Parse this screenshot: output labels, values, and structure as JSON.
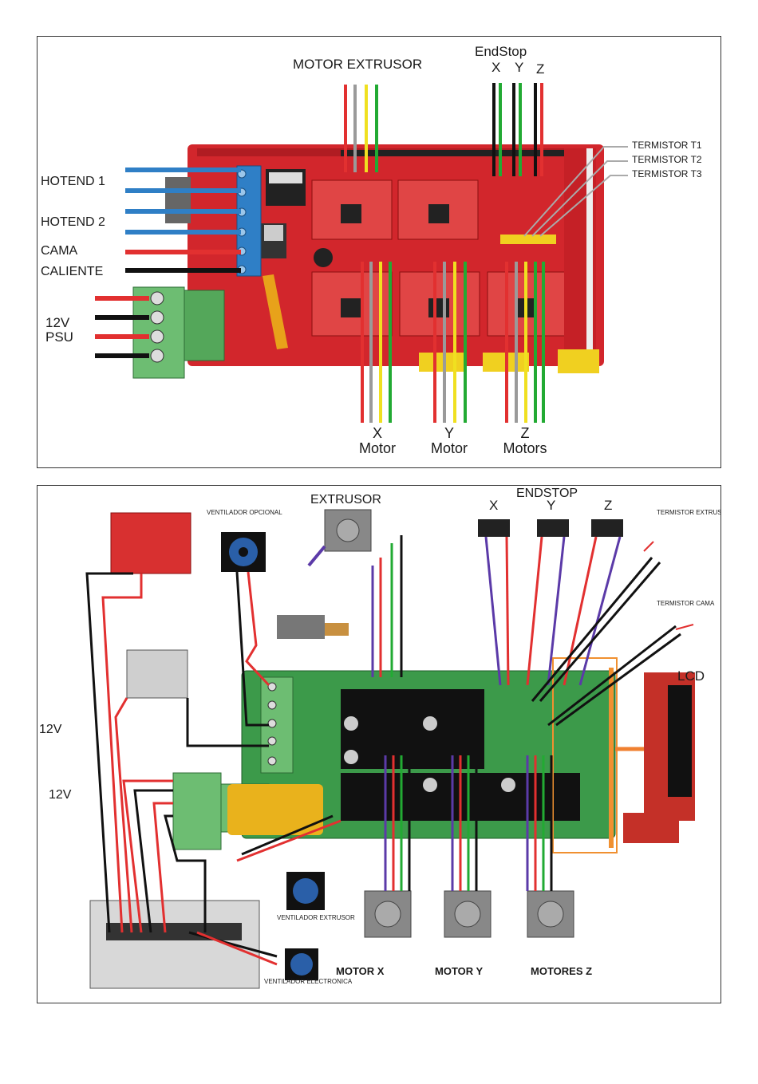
{
  "top_panel": {
    "labels": {
      "motor_extrusor": "MOTOR EXTRUSOR",
      "endstop_title": "EndStop",
      "endstop_x": "X",
      "endstop_y": "Y",
      "endstop_z": "Z",
      "termistor_t1": "TERMISTOR T1",
      "termistor_t2": "TERMISTOR T2",
      "termistor_t3": "TERMISTOR T3",
      "hotend_1": "HOTEND 1",
      "hotend_2": "HOTEND 2",
      "cama": "CAMA",
      "caliente": "CALIENTE",
      "psu_voltage": "12V",
      "psu": "PSU",
      "x_axis": "X",
      "x_motor": "Motor",
      "y_axis": "Y",
      "y_motor": "Motor",
      "z_axis": "Z",
      "z_motors": "Motors"
    }
  },
  "bottom_panel": {
    "labels": {
      "extrusor": "EXTRUSOR",
      "endstop": "ENDSTOP",
      "endstop_x": "X",
      "endstop_y": "Y",
      "endstop_z": "Z",
      "ventilador_opcional": "VENTILADOR OPCIONAL",
      "termistor_extrusor": "TERMISTOR EXTRUSOR",
      "termistor_cama": "TERMISTOR CAMA",
      "lcd": "LCD",
      "voltage_1": "12V",
      "voltage_2": "12V",
      "ventilador_extrusor": "VENTILADOR EXTRUSOR",
      "ventilador_electronica": "VENTILADOR ELECTRONICA",
      "motor_x": "MOTOR X",
      "motor_y": "MOTOR Y",
      "motores_z": "MOTORES Z"
    }
  },
  "colors": {
    "board_red": "#d2262c",
    "board_green": "#3c9a4a",
    "wire_red": "#e23030",
    "wire_black": "#111111",
    "wire_blue": "#2f7fc6",
    "wire_yellow": "#f0e020",
    "wire_green": "#22aa33",
    "wire_grey": "#9a9a9a",
    "wire_purple": "#5b3aa8",
    "terminal_green": "#6dbd72"
  }
}
